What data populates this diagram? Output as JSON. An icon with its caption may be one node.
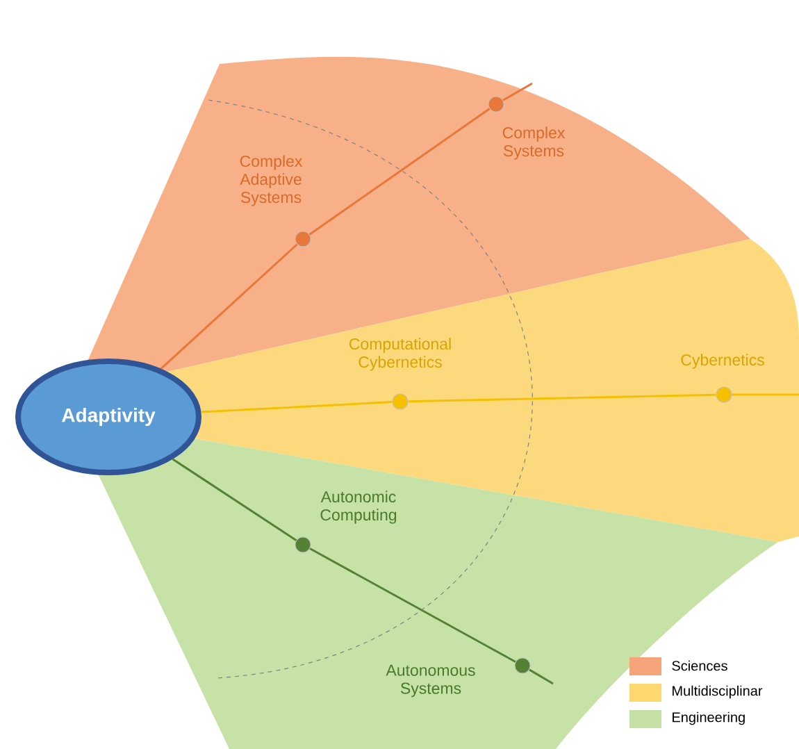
{
  "diagram": {
    "nodes": [
      {
        "text": [
          "Adaptivity"
        ]
      },
      {
        "text": [],
        "shape": "circle",
        "beside": [
          "Complex Adaptive Systems"
        ]
      },
      {
        "text": [],
        "shape": "circle",
        "beside": [
          "Complex Systems"
        ]
      },
      {
        "text": [],
        "shape": "circle",
        "beside": [
          "Computational Cybernetics"
        ]
      },
      {
        "text": [],
        "shape": "circle",
        "beside": [
          "Cybernetics"
        ]
      },
      {
        "text": [],
        "shape": "circle",
        "beside": [
          "Autonomic Computing"
        ]
      },
      {
        "text": [],
        "shape": "circle",
        "beside": [
          "Autonomous Systems"
        ]
      }
    ],
    "edges": [
      {
        "from": 0,
        "to": 1,
        "arrow": "none",
        "color": "#e8783a"
      },
      {
        "from": 1,
        "to": 2,
        "arrow": "none",
        "color": "#e8783a"
      },
      {
        "from": 2,
        "to": null,
        "arrow": "none",
        "color": "#e8783a"
      },
      {
        "from": 0,
        "to": 3,
        "arrow": "none",
        "color": "#f5c000"
      },
      {
        "from": 3,
        "to": 4,
        "arrow": "none",
        "color": "#f5c000"
      },
      {
        "from": 4,
        "to": null,
        "arrow": "none",
        "color": "#f5c000"
      },
      {
        "from": 0,
        "to": 5,
        "arrow": "none",
        "color": "#548235"
      },
      {
        "from": 5,
        "to": 6,
        "arrow": "none",
        "color": "#548235"
      },
      {
        "from": 6,
        "to": null,
        "arrow": "none",
        "color": "#548235"
      }
    ],
    "legend": [
      {
        "text": "Sciences",
        "color": "#f6a57a"
      },
      {
        "text": "Multidisciplinar",
        "color": "#fdd86e"
      },
      {
        "text": "Engineering",
        "color": "#c5e0a5"
      }
    ]
  }
}
